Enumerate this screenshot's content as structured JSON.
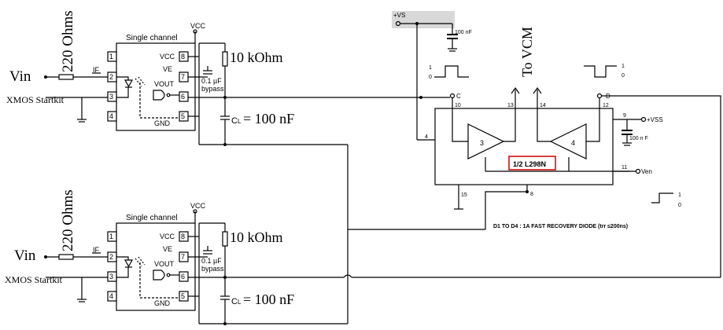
{
  "left_circuits": [
    {
      "resistor_label": "220  Ohms",
      "vin_label": "Vin",
      "source_label": "XMOS  Startkit",
      "if_label": "IF",
      "ic_title": "Single channel",
      "vcc_top": "VCC",
      "pin_labels": {
        "vcc": "VCC",
        "ve": "VE",
        "vout": "VOUT",
        "gnd": "GND"
      },
      "pins": [
        "1",
        "2",
        "3",
        "4",
        "8",
        "7",
        "6",
        "5"
      ],
      "bypass_cap": "0.1 µF",
      "bypass_label": "bypass",
      "pullup": "10  kOhm",
      "load_cap_prefix": "C",
      "load_cap_sub": "L",
      "load_cap_value": "= 100  nF"
    },
    {
      "resistor_label": "220  Ohms",
      "vin_label": "Vin",
      "source_label": "XMOS  Startkit",
      "if_label": "IF",
      "ic_title": "Single channel",
      "vcc_top": "VCC",
      "pin_labels": {
        "vcc": "VCC",
        "ve": "VE",
        "vout": "VOUT",
        "gnd": "GND"
      },
      "pins": [
        "1",
        "2",
        "3",
        "4",
        "8",
        "7",
        "6",
        "5"
      ],
      "bypass_cap": "0.1 µF",
      "bypass_label": "bypass",
      "pullup": "10  kOhm",
      "load_cap_prefix": "C",
      "load_cap_sub": "L",
      "load_cap_value": "= 100  nF"
    }
  ],
  "driver": {
    "vs_label": "+VS",
    "vs_cap": "100 nF",
    "to_vcm": "To VCM",
    "chip_label": "1/2  L298N",
    "chip_border_color": "#d01010",
    "pin_c": "C",
    "pin_d": "D",
    "pin_10": "10",
    "pin_12": "12",
    "pin_13": "13",
    "pin_14": "14",
    "pin_4": "4",
    "pin_9": "9",
    "pin_11": "11",
    "pin_15": "15",
    "pin_8": "8",
    "amp_left": "3",
    "amp_right": "4",
    "vss_label": "+VSS",
    "vss_cap": "100 n F",
    "ven_label": "Ven",
    "pulse_left_high": "1",
    "pulse_left_low": "0",
    "pulse_right_high": "1",
    "pulse_right_low": "0",
    "pulse_bottom_high": "1",
    "pulse_bottom_low": "0",
    "note": "D1 TO D4 : 1A FAST RECOVERY DIODE (trr ≤200ns)"
  }
}
